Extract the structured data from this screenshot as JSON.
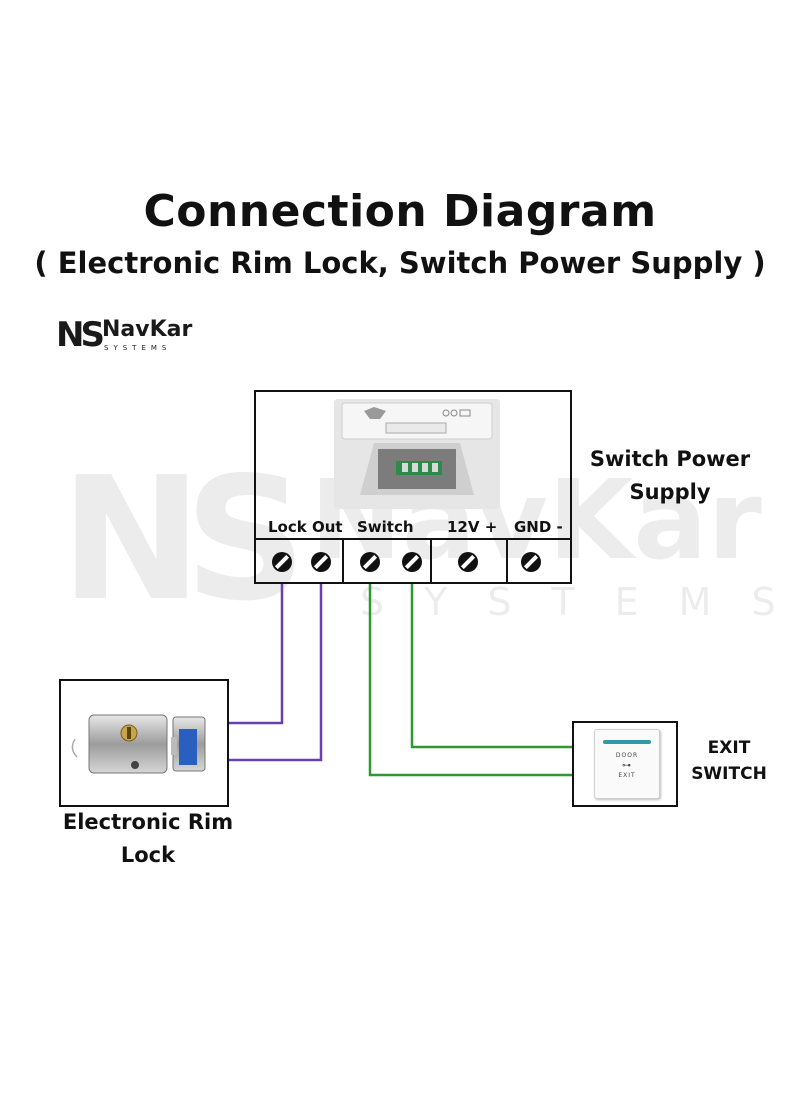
{
  "title": "Connection Diagram",
  "subtitle": "( Electronic Rim Lock, Switch Power Supply )",
  "logo": {
    "mark": "NS",
    "name": "NavKar",
    "tagline": "SYSTEMS"
  },
  "watermark": {
    "mark": "NS",
    "name": "NavKar",
    "tagline": "SYSTEMS"
  },
  "power_supply": {
    "label_line1": "Switch Power",
    "label_line2": "Supply",
    "terminals": {
      "lock_out": "Lock Out",
      "switch": "Switch",
      "v12": "12V +",
      "gnd": "GND -"
    }
  },
  "rim_lock": {
    "label_line1": "Electronic Rim",
    "label_line2": "Lock"
  },
  "exit_switch": {
    "label_line1": "EXIT",
    "label_line2": "SWITCH",
    "plate_top": "DOOR",
    "plate_bottom": "EXIT"
  },
  "colors": {
    "lock_wire": "#6a3fb0",
    "switch_wire": "#2c9a2c",
    "outline": "#111111",
    "exit_accent": "#2f9aa6"
  }
}
